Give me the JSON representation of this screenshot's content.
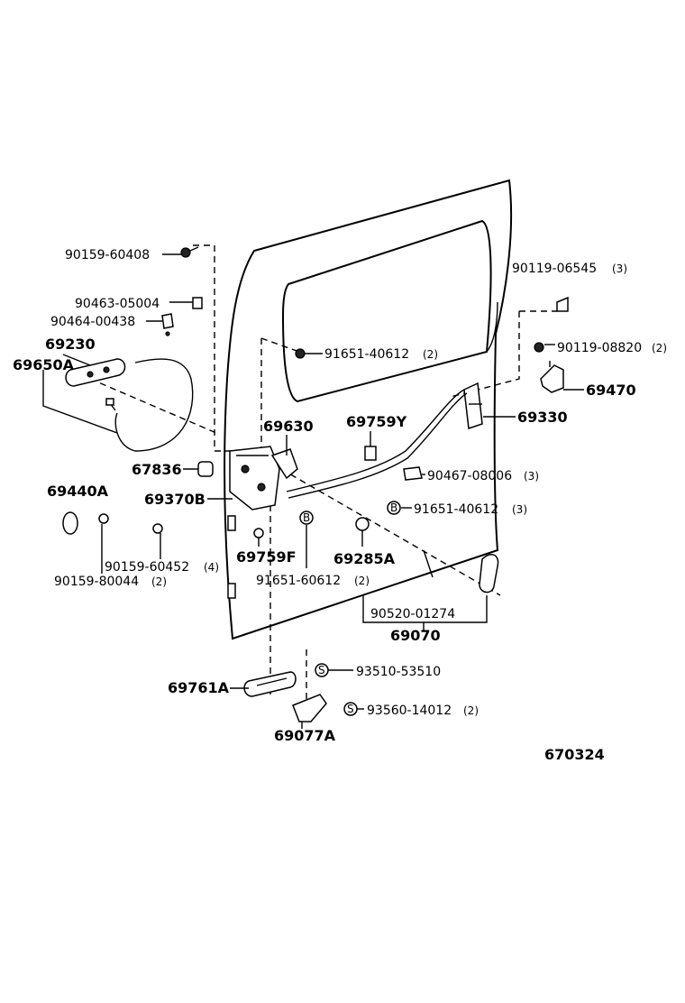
{
  "diagram_id": "670324",
  "callouts": {
    "c90159_60408": {
      "part": "90159-60408",
      "qty": ""
    },
    "c90463_05004": {
      "part": "90463-05004",
      "qty": ""
    },
    "c90464_00438": {
      "part": "90464-00438",
      "qty": ""
    },
    "c69230": {
      "part": "69230",
      "qty": ""
    },
    "c69650A": {
      "part": "69650A",
      "qty": ""
    },
    "c91651_40612_a": {
      "part": "91651-40612",
      "qty": "(2)"
    },
    "c90119_06545": {
      "part": "90119-06545",
      "qty": "(3)"
    },
    "c90119_08820": {
      "part": "90119-08820",
      "qty": "(2)"
    },
    "c69470": {
      "part": "69470",
      "qty": ""
    },
    "c69330": {
      "part": "69330",
      "qty": ""
    },
    "c69630": {
      "part": "69630",
      "qty": ""
    },
    "c69759Y": {
      "part": "69759Y",
      "qty": ""
    },
    "c67836": {
      "part": "67836",
      "qty": ""
    },
    "c90467_08006": {
      "part": "90467-08006",
      "qty": "(3)"
    },
    "c69440A": {
      "part": "69440A",
      "qty": ""
    },
    "c69370B": {
      "part": "69370B",
      "qty": ""
    },
    "c91651_40612_b": {
      "part": "91651-40612",
      "qty": "(3)"
    },
    "c90159_60452": {
      "part": "90159-60452",
      "qty": "(4)"
    },
    "c90159_80044": {
      "part": "90159-80044",
      "qty": "(2)"
    },
    "c69759F": {
      "part": "69759F",
      "qty": ""
    },
    "c69285A": {
      "part": "69285A",
      "qty": ""
    },
    "c91651_60612": {
      "part": "91651-60612",
      "qty": "(2)"
    },
    "c90520_01274": {
      "part": "90520-01274",
      "qty": ""
    },
    "c69070": {
      "part": "69070",
      "qty": ""
    },
    "c93510_53510": {
      "part": "93510-53510",
      "qty": ""
    },
    "c69761A": {
      "part": "69761A",
      "qty": ""
    },
    "c93560_14012": {
      "part": "93560-14012",
      "qty": "(2)"
    },
    "c69077A": {
      "part": "69077A",
      "qty": ""
    }
  },
  "markers": {
    "b_symbol": "B",
    "s_symbol": "S"
  }
}
